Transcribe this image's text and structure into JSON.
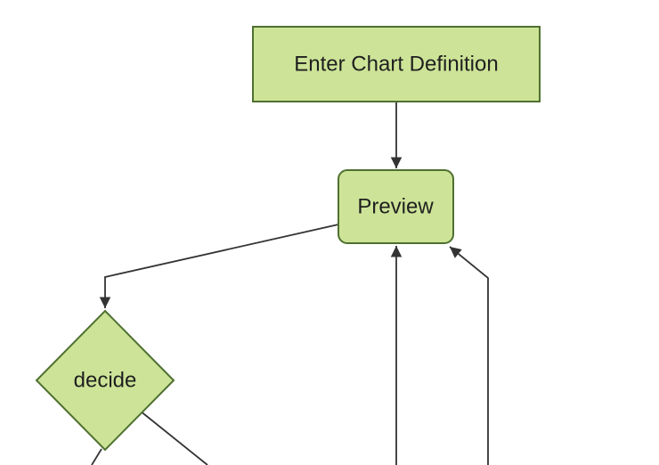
{
  "diagram": {
    "type": "flowchart",
    "direction": "top-down",
    "nodes": [
      {
        "id": "A",
        "label": "Enter Chart Definition",
        "shape": "rectangle"
      },
      {
        "id": "B",
        "label": "Preview",
        "shape": "rounded-rectangle"
      },
      {
        "id": "C",
        "label": "decide",
        "shape": "diamond"
      }
    ],
    "edges": [
      {
        "from": "Enter Chart Definition",
        "to": "Preview",
        "arrowhead": true
      },
      {
        "from": "Preview",
        "to": "decide",
        "arrowhead": true
      },
      {
        "from": "offscreen-bottom",
        "to": "Preview",
        "arrowhead": true
      },
      {
        "from": "offscreen-bottom-right",
        "to": "Preview",
        "arrowhead": true
      },
      {
        "from": "decide",
        "to": "offscreen-bottom-left",
        "arrowhead": false
      },
      {
        "from": "decide",
        "to": "offscreen-bottom-right",
        "arrowhead": false
      }
    ],
    "colors": {
      "node_fill": "#cde498",
      "node_stroke": "#4f7030",
      "edge_color": "#333333",
      "label_color": "#1f1f1f",
      "background": "#ffffff"
    }
  }
}
